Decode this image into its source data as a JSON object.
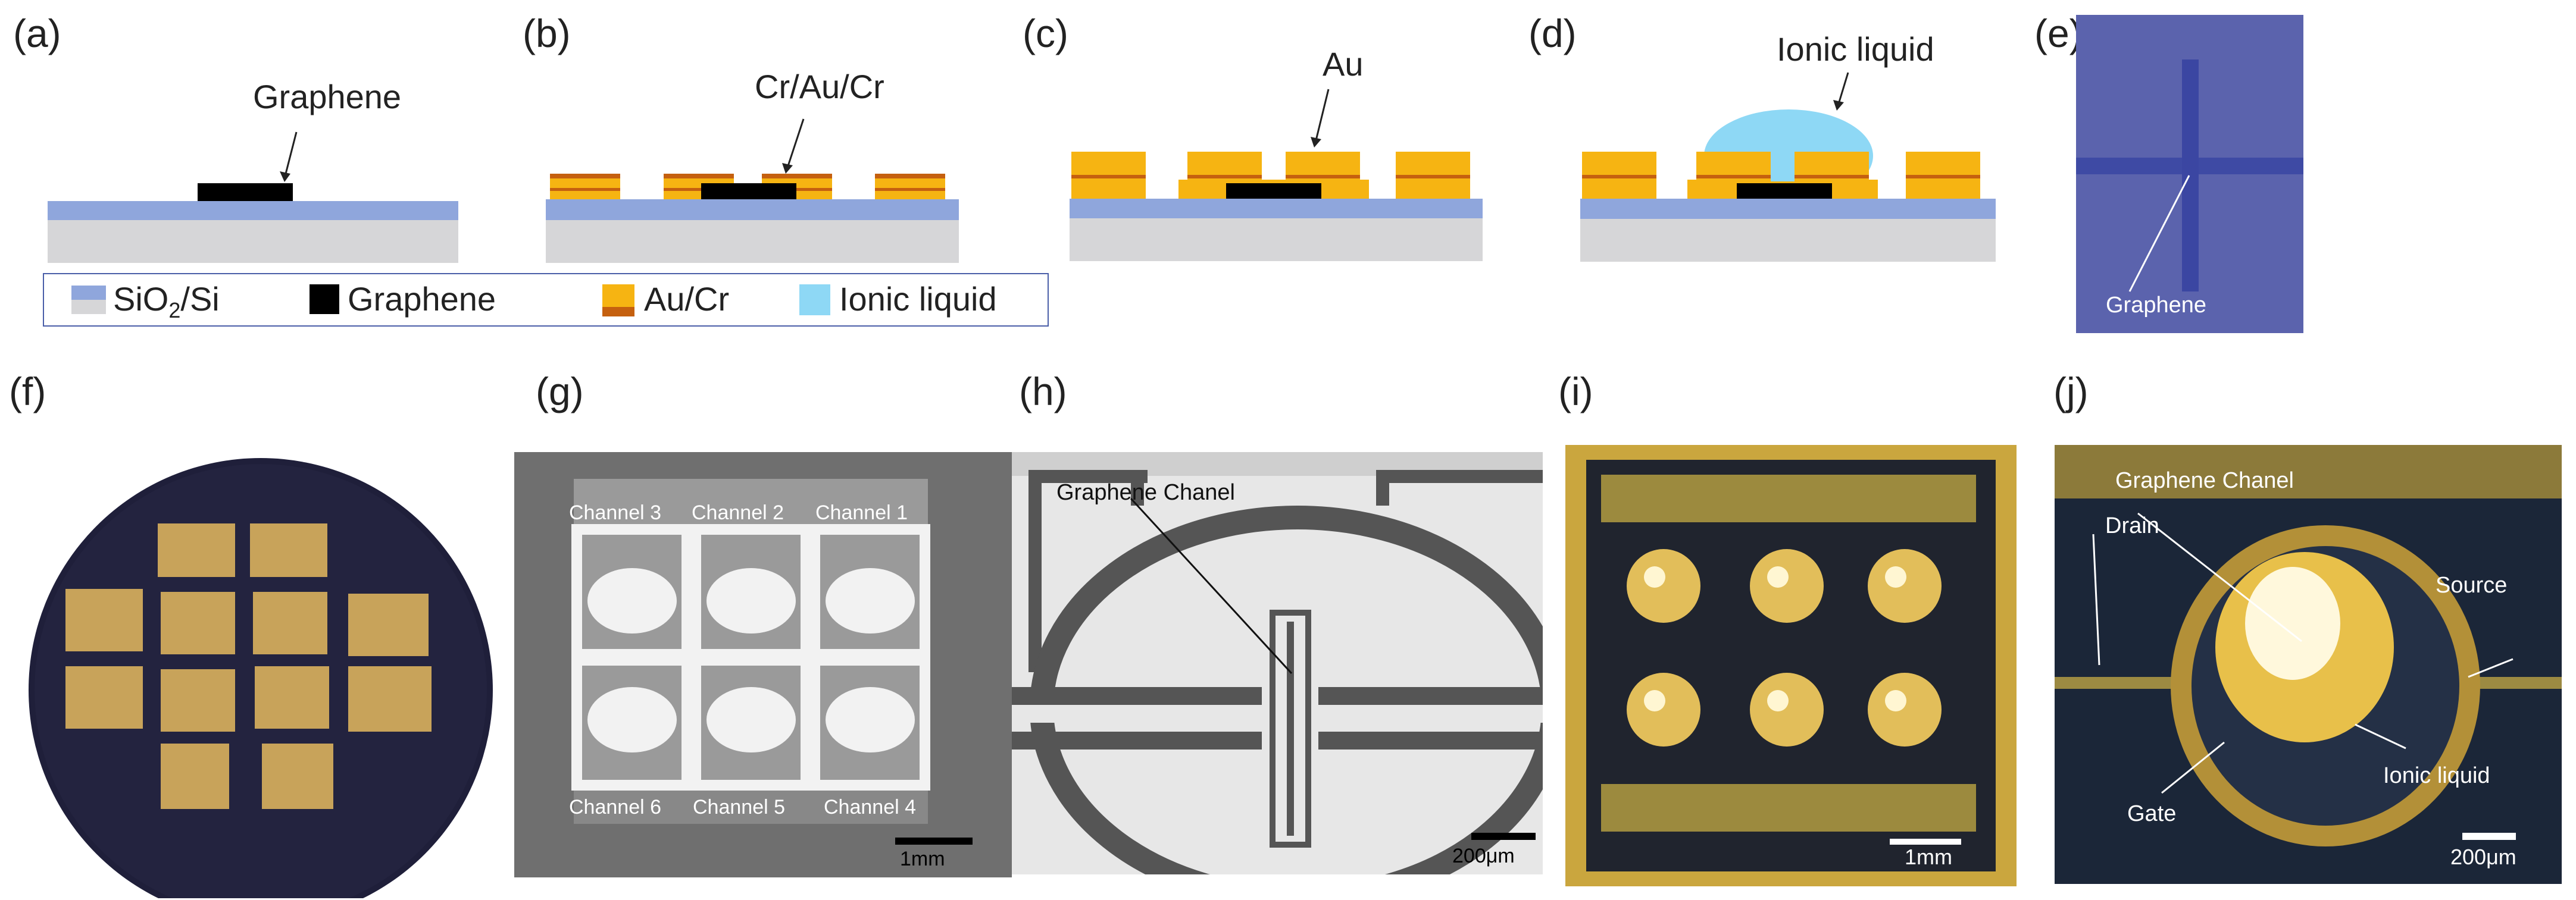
{
  "panels": {
    "a": {
      "tag": "(a)",
      "callout": "Graphene"
    },
    "b": {
      "tag": "(b)",
      "callout": "Cr/Au/Cr"
    },
    "c": {
      "tag": "(c)",
      "callout": "Au"
    },
    "d": {
      "tag": "(d)",
      "callout": "Ionic liquid"
    },
    "e": {
      "tag": "(e)",
      "callout": "Graphene"
    },
    "f": {
      "tag": "(f)"
    },
    "g": {
      "tag": "(g)",
      "channels": [
        "Channel 3",
        "Channel 2",
        "Channel 1",
        "Channel 6",
        "Channel 5",
        "Channel 4"
      ],
      "scale": "1mm"
    },
    "h": {
      "tag": "(h)",
      "callout": "Graphene Chanel",
      "scale": "200μm"
    },
    "i": {
      "tag": "(i)",
      "scale": "1mm"
    },
    "j": {
      "tag": "(j)",
      "labels": {
        "channel": "Graphene Chanel",
        "drain": "Drain",
        "source": "Source",
        "ionic": "Ionic liquid",
        "gate": "Gate"
      },
      "scale": "200μm"
    }
  },
  "legend": {
    "sio2_pre": "SiO",
    "sio2_sub": "2",
    "sio2_post": "/Si",
    "graphene": "Graphene",
    "aucr": "Au/Cr",
    "ionic": "Ionic liquid"
  },
  "colors": {
    "sio2": "#8fa6dc",
    "si": "#d6d6d8",
    "graphene": "#000000",
    "au": "#f6b412",
    "cr": "#c5600f",
    "ionic": "#8ed8f5",
    "e_bg": "#5b63ad"
  }
}
